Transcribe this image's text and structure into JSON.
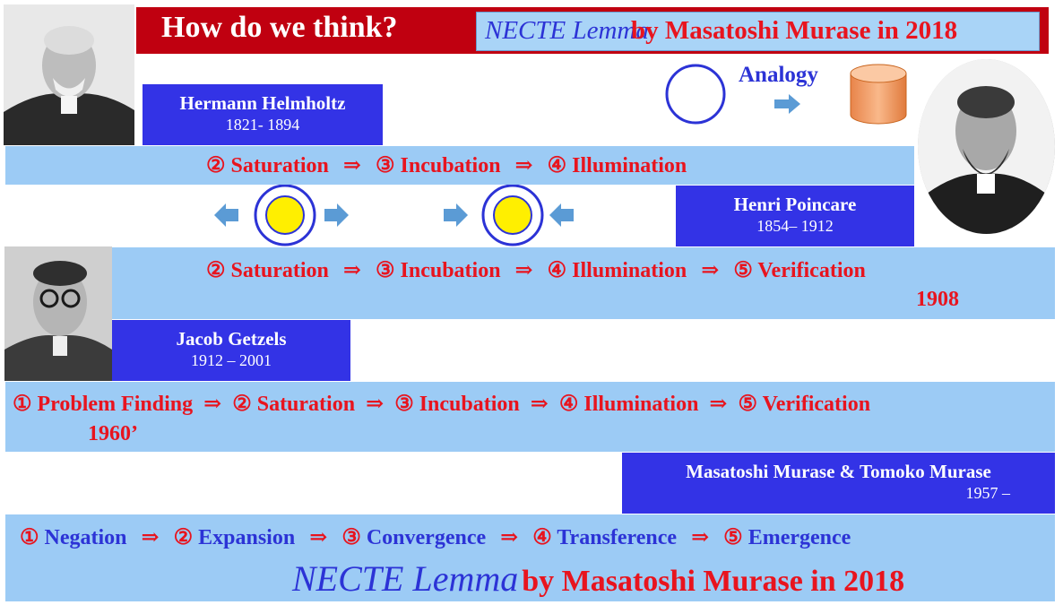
{
  "header": {
    "title": "How do we think?",
    "subtitle_italic": "NECTE Lemma",
    "subtitle_rest": " by Masatoshi Murase in 2018"
  },
  "analogy": {
    "label": "Analogy"
  },
  "people": {
    "helmholtz": {
      "name": "Hermann Helmholtz",
      "years": "1821- 1894"
    },
    "poincare": {
      "name": "Henri Poincare",
      "years": "1854– 1912"
    },
    "getzels": {
      "name": "Jacob Getzels",
      "years": "1912 – 2001"
    },
    "murase": {
      "name": "Masatoshi Murase & Tomoko Murase",
      "years": "1957 –"
    }
  },
  "band1": {
    "s2": "② Saturation",
    "arrow": "⇒",
    "s3": "③ Incubation",
    "s4": "④ Illumination"
  },
  "band2": {
    "s2": "② Saturation",
    "arrow": "⇒",
    "s3": "③ Incubation",
    "s4": "④ Illumination",
    "s5": "⑤ Verification",
    "year": "1908"
  },
  "band3": {
    "s1": "① Problem Finding",
    "arrow": "⇒",
    "s2": "② Saturation",
    "s3": "③ Incubation",
    "s4": "④ Illumination",
    "s5": "⑤ Verification",
    "year": "1960’"
  },
  "band4": {
    "n1": "①",
    "w1": "Negation",
    "n2": "②",
    "w2": "Expansion",
    "n3": "③",
    "w3": "Convergence",
    "n4": "④",
    "w4": "Transference",
    "n5": "⑤",
    "w5": "Emergence",
    "arrow": "⇒",
    "footer_italic": "NECTE Lemma",
    "footer_rest": " by Masatoshi Murase in 2018"
  },
  "colors": {
    "red": "#e8141e",
    "blue": "#2c33d6",
    "band": "#9ccbf5",
    "namebox": "#3333e6",
    "header_red": "#c00010",
    "sun": "#ffef00",
    "cylinder": "#f6a36b"
  }
}
